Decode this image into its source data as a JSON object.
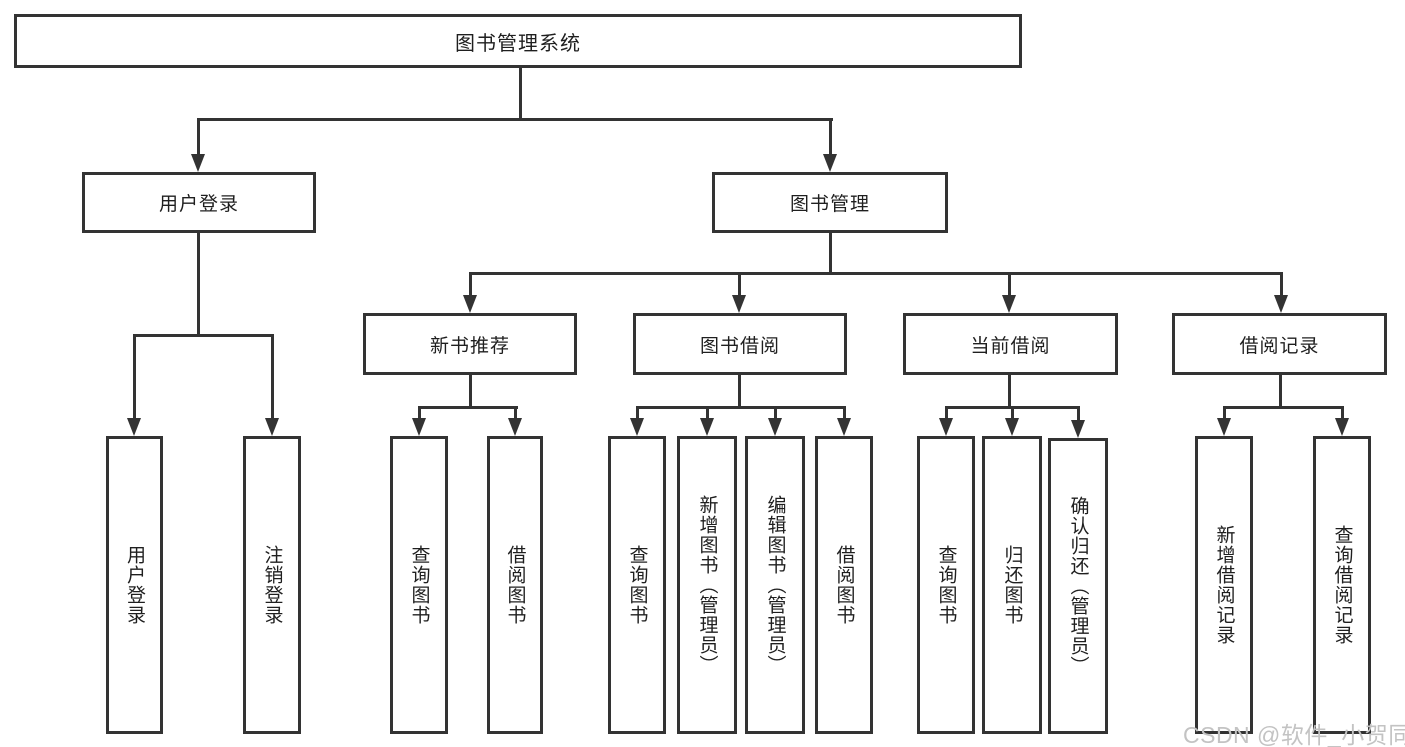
{
  "diagram": {
    "title": "图书管理系统",
    "type": "hierarchy-tree",
    "colors": {
      "line": "#333333",
      "box_border": "#333333",
      "box_fill": "#ffffff",
      "text": "#1f1f1f",
      "watermark": "#c3c3c3",
      "background": "#ffffff"
    },
    "tree": {
      "root": {
        "label": "图书管理系统"
      },
      "level2": [
        {
          "label": "用户登录",
          "children": [
            "用户登录",
            "注销登录"
          ]
        },
        {
          "label": "图书管理"
        }
      ],
      "level3": [
        {
          "label": "新书推荐",
          "children": [
            "查询图书",
            "借阅图书"
          ]
        },
        {
          "label": "图书借阅",
          "children": [
            "查询图书",
            "新增图书（管理员）",
            "编辑图书（管理员）",
            "借阅图书"
          ]
        },
        {
          "label": "当前借阅",
          "children": [
            "查询图书",
            "归还图书",
            "确认归还（管理员）"
          ]
        },
        {
          "label": "借阅记录",
          "children": [
            "新增借阅记录",
            "查询借阅记录"
          ]
        }
      ]
    }
  },
  "watermark": {
    "text": "CSDN @软件_小贺同学"
  }
}
